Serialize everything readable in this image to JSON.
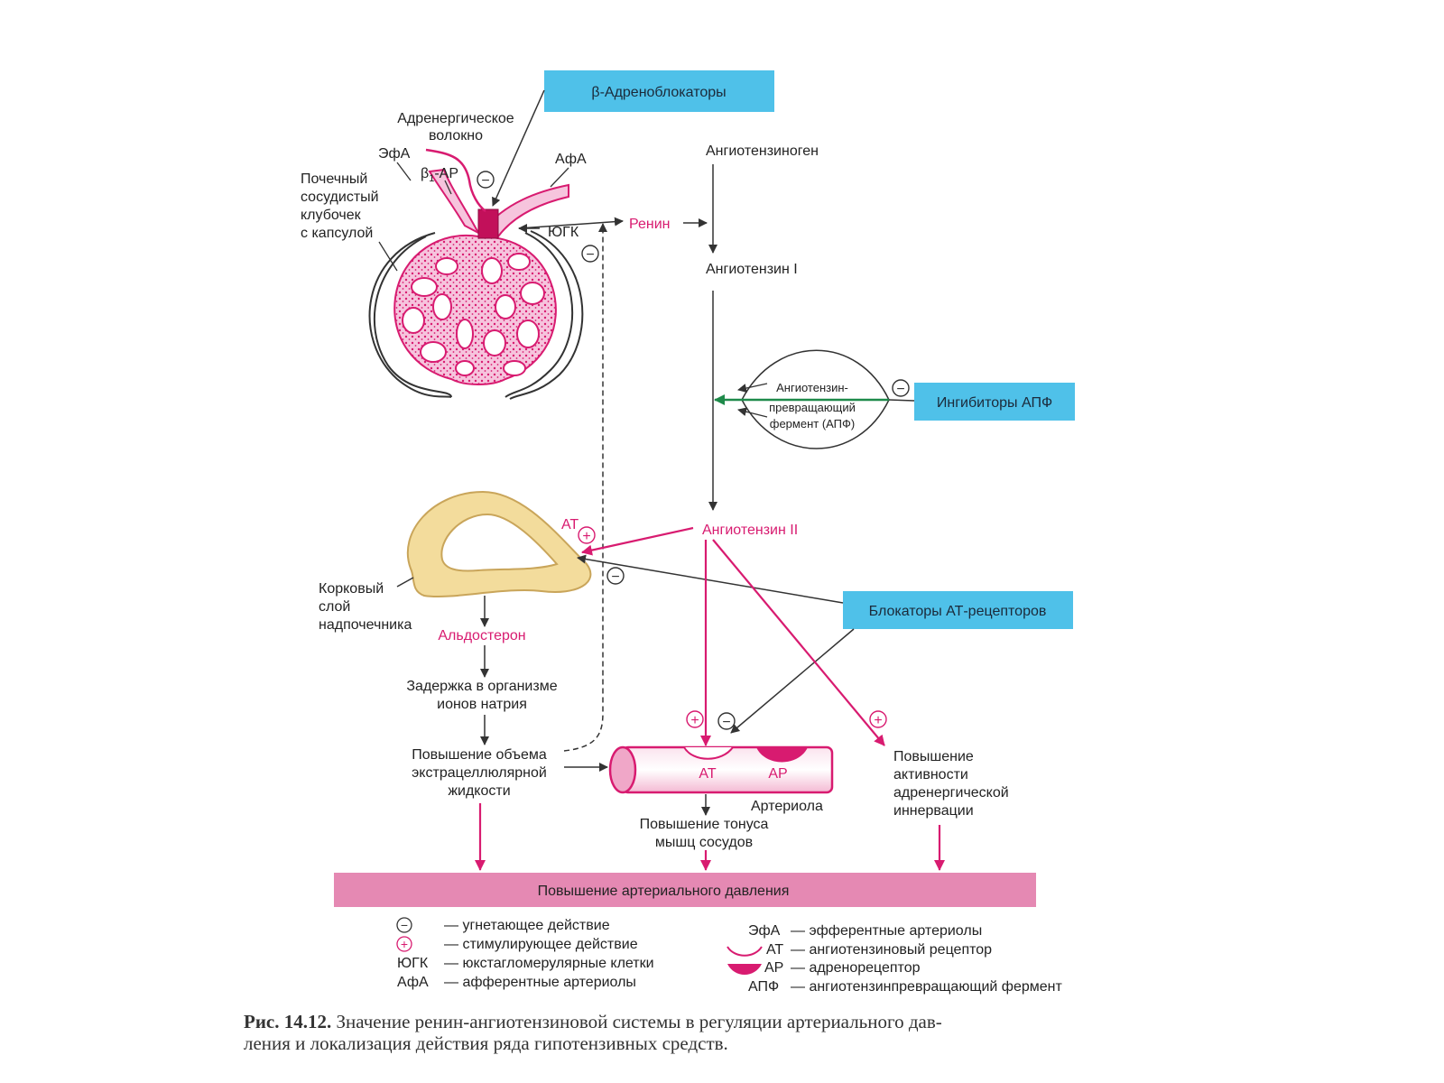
{
  "colors": {
    "magenta": "#d81b70",
    "pink_bar": "#e589b3",
    "cyan_box": "#4fc1e9",
    "adrenal_fill": "#f3dc9c",
    "adrenal_stroke": "#c9a55a",
    "ace_green": "#1e8a4a",
    "line": "#333333"
  },
  "boxes": {
    "beta_blockers": "β-Адреноблокаторы",
    "ace_inhibitors": "Ингибиторы АПФ",
    "at_blockers": "Блокаторы АТ-рецепторов",
    "pressure_bar": "Повышение артериального давления"
  },
  "kidney": {
    "adrenergic_fiber": [
      "Адренергическое",
      "волокно"
    ],
    "efa": "ЭфА",
    "beta1_ar_prefix": "β",
    "beta1_ar_sub": "1",
    "beta1_ar_suffix": "-АР",
    "afa": "АфА",
    "glomerulus": [
      "Почечный",
      "сосудистый",
      "клубочек",
      "с капсулой"
    ],
    "jgc": "ЮГК"
  },
  "cascade": {
    "angiotensinogen": "Ангиотензиноген",
    "renin": "Ренин",
    "angiotensin1": "Ангиотензин I",
    "ace_enzyme": [
      "Ангиотензин-",
      "превращающий",
      "фермент (АПФ)"
    ],
    "angiotensin2": "Ангиотензин II"
  },
  "adrenal": {
    "at_label": "АТ",
    "cortex": [
      "Корковый",
      "слой",
      "надпочечника"
    ],
    "aldosterone": "Альдостерон",
    "sodium": [
      "Задержка в организме",
      "ионов натрия"
    ],
    "ecf": [
      "Повышение объема",
      "экстрацеллюлярной",
      "жидкости"
    ]
  },
  "arteriole": {
    "at": "АТ",
    "ar": "АР",
    "name": "Артериола",
    "tone": [
      "Повышение тонуса",
      "мышц сосудов"
    ]
  },
  "innervation": [
    "Повышение",
    "активности",
    "адренергической",
    "иннервации"
  ],
  "signs": {
    "minus": "−",
    "plus": "+"
  },
  "legend": {
    "left": [
      {
        "key": "",
        "text": "— угнетающее действие"
      },
      {
        "key": "",
        "text": "— стимулирующее действие"
      },
      {
        "key": "ЮГК",
        "text": "— юкстагломерулярные клетки"
      },
      {
        "key": "АфА",
        "text": "— афферентные артериолы"
      }
    ],
    "right": [
      {
        "key": "ЭфА",
        "text": "— эфферентные артериолы"
      },
      {
        "key": "АТ",
        "text": "— ангиотензиновый рецептор"
      },
      {
        "key": "АР",
        "text": "— адренорецептор"
      },
      {
        "key": "АПФ",
        "text": "— ангиотензинпревращающий фермент"
      }
    ]
  },
  "caption": {
    "label": "Рис. 14.12.",
    "text": "Значение ренин-ангиотензиновой системы в регуляции артериального дав-",
    "text2": "ления и локализация действия ряда гипотензивных средств."
  }
}
